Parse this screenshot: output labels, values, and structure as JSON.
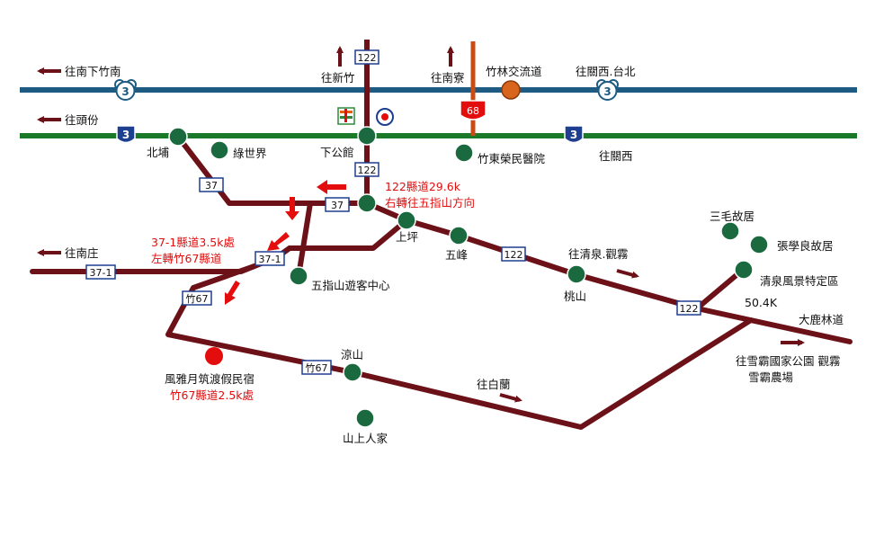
{
  "colors": {
    "road": "#6b1117",
    "freeway_blue": "#1e5b82",
    "expressway_green": "#1a7a2a",
    "route68": "#cc4a14",
    "poi_green": "#1b6a3f",
    "highlight_red": "#e30d0d",
    "interchange_orange": "#d9651c"
  },
  "freeway": {
    "left_label": "往南下竹南",
    "right_label": "往關西.台北",
    "shield_left": "3",
    "shield_right": "3"
  },
  "expressway": {
    "left_label": "往頭份",
    "right_label": "往關西",
    "shield_left": "3",
    "shield_right": "3"
  },
  "north": {
    "xinzhu_label": "往新竹",
    "nanliao_label": "往南寮",
    "route122_top": "122",
    "route68": "68",
    "interchange_label": "竹林交流道"
  },
  "places": {
    "beipu": "北埔",
    "lushijie": "綠世界",
    "xiagongguan": "下公館",
    "hospital": "竹東榮民醫院",
    "shangping": "上坪",
    "wufeng": "五峰",
    "wuzhishan": "五指山遊客中心",
    "taoshan": "桃山",
    "sanmao": "三毛故居",
    "zhangxueliang": "張學良故居",
    "qingquan": "清泉風景特定區",
    "liangshan": "涼山",
    "shanshang": "山上人家",
    "dalu": "大鹿林道"
  },
  "roads": {
    "r37_a": "37",
    "r37_b": "37",
    "r37_1_a": "37-1",
    "r37_1_b": "37-1",
    "zhu67_a": "竹67",
    "zhu67_b": "竹67",
    "r122_mid": "122",
    "r122_east1": "122",
    "r122_east2": "122"
  },
  "directions": {
    "nanzhuang": "往南庄",
    "qingquan_dir": "往清泉.觀霧",
    "bailan": "往白蘭",
    "xueba_line1": "往雪霸國家公園 觀霧",
    "xueba_line2": "雪霸農場",
    "km": "50.4K"
  },
  "notes": {
    "turn_122_line1": "122縣道29.6k",
    "turn_122_line2": "右轉往五指山方向",
    "turn_371_line1": "37-1縣道3.5k處",
    "turn_371_line2": "左轉竹67縣道",
    "lodge_name": "風雅月筑渡假民宿",
    "lodge_address": "竹67縣道2.5k處"
  }
}
